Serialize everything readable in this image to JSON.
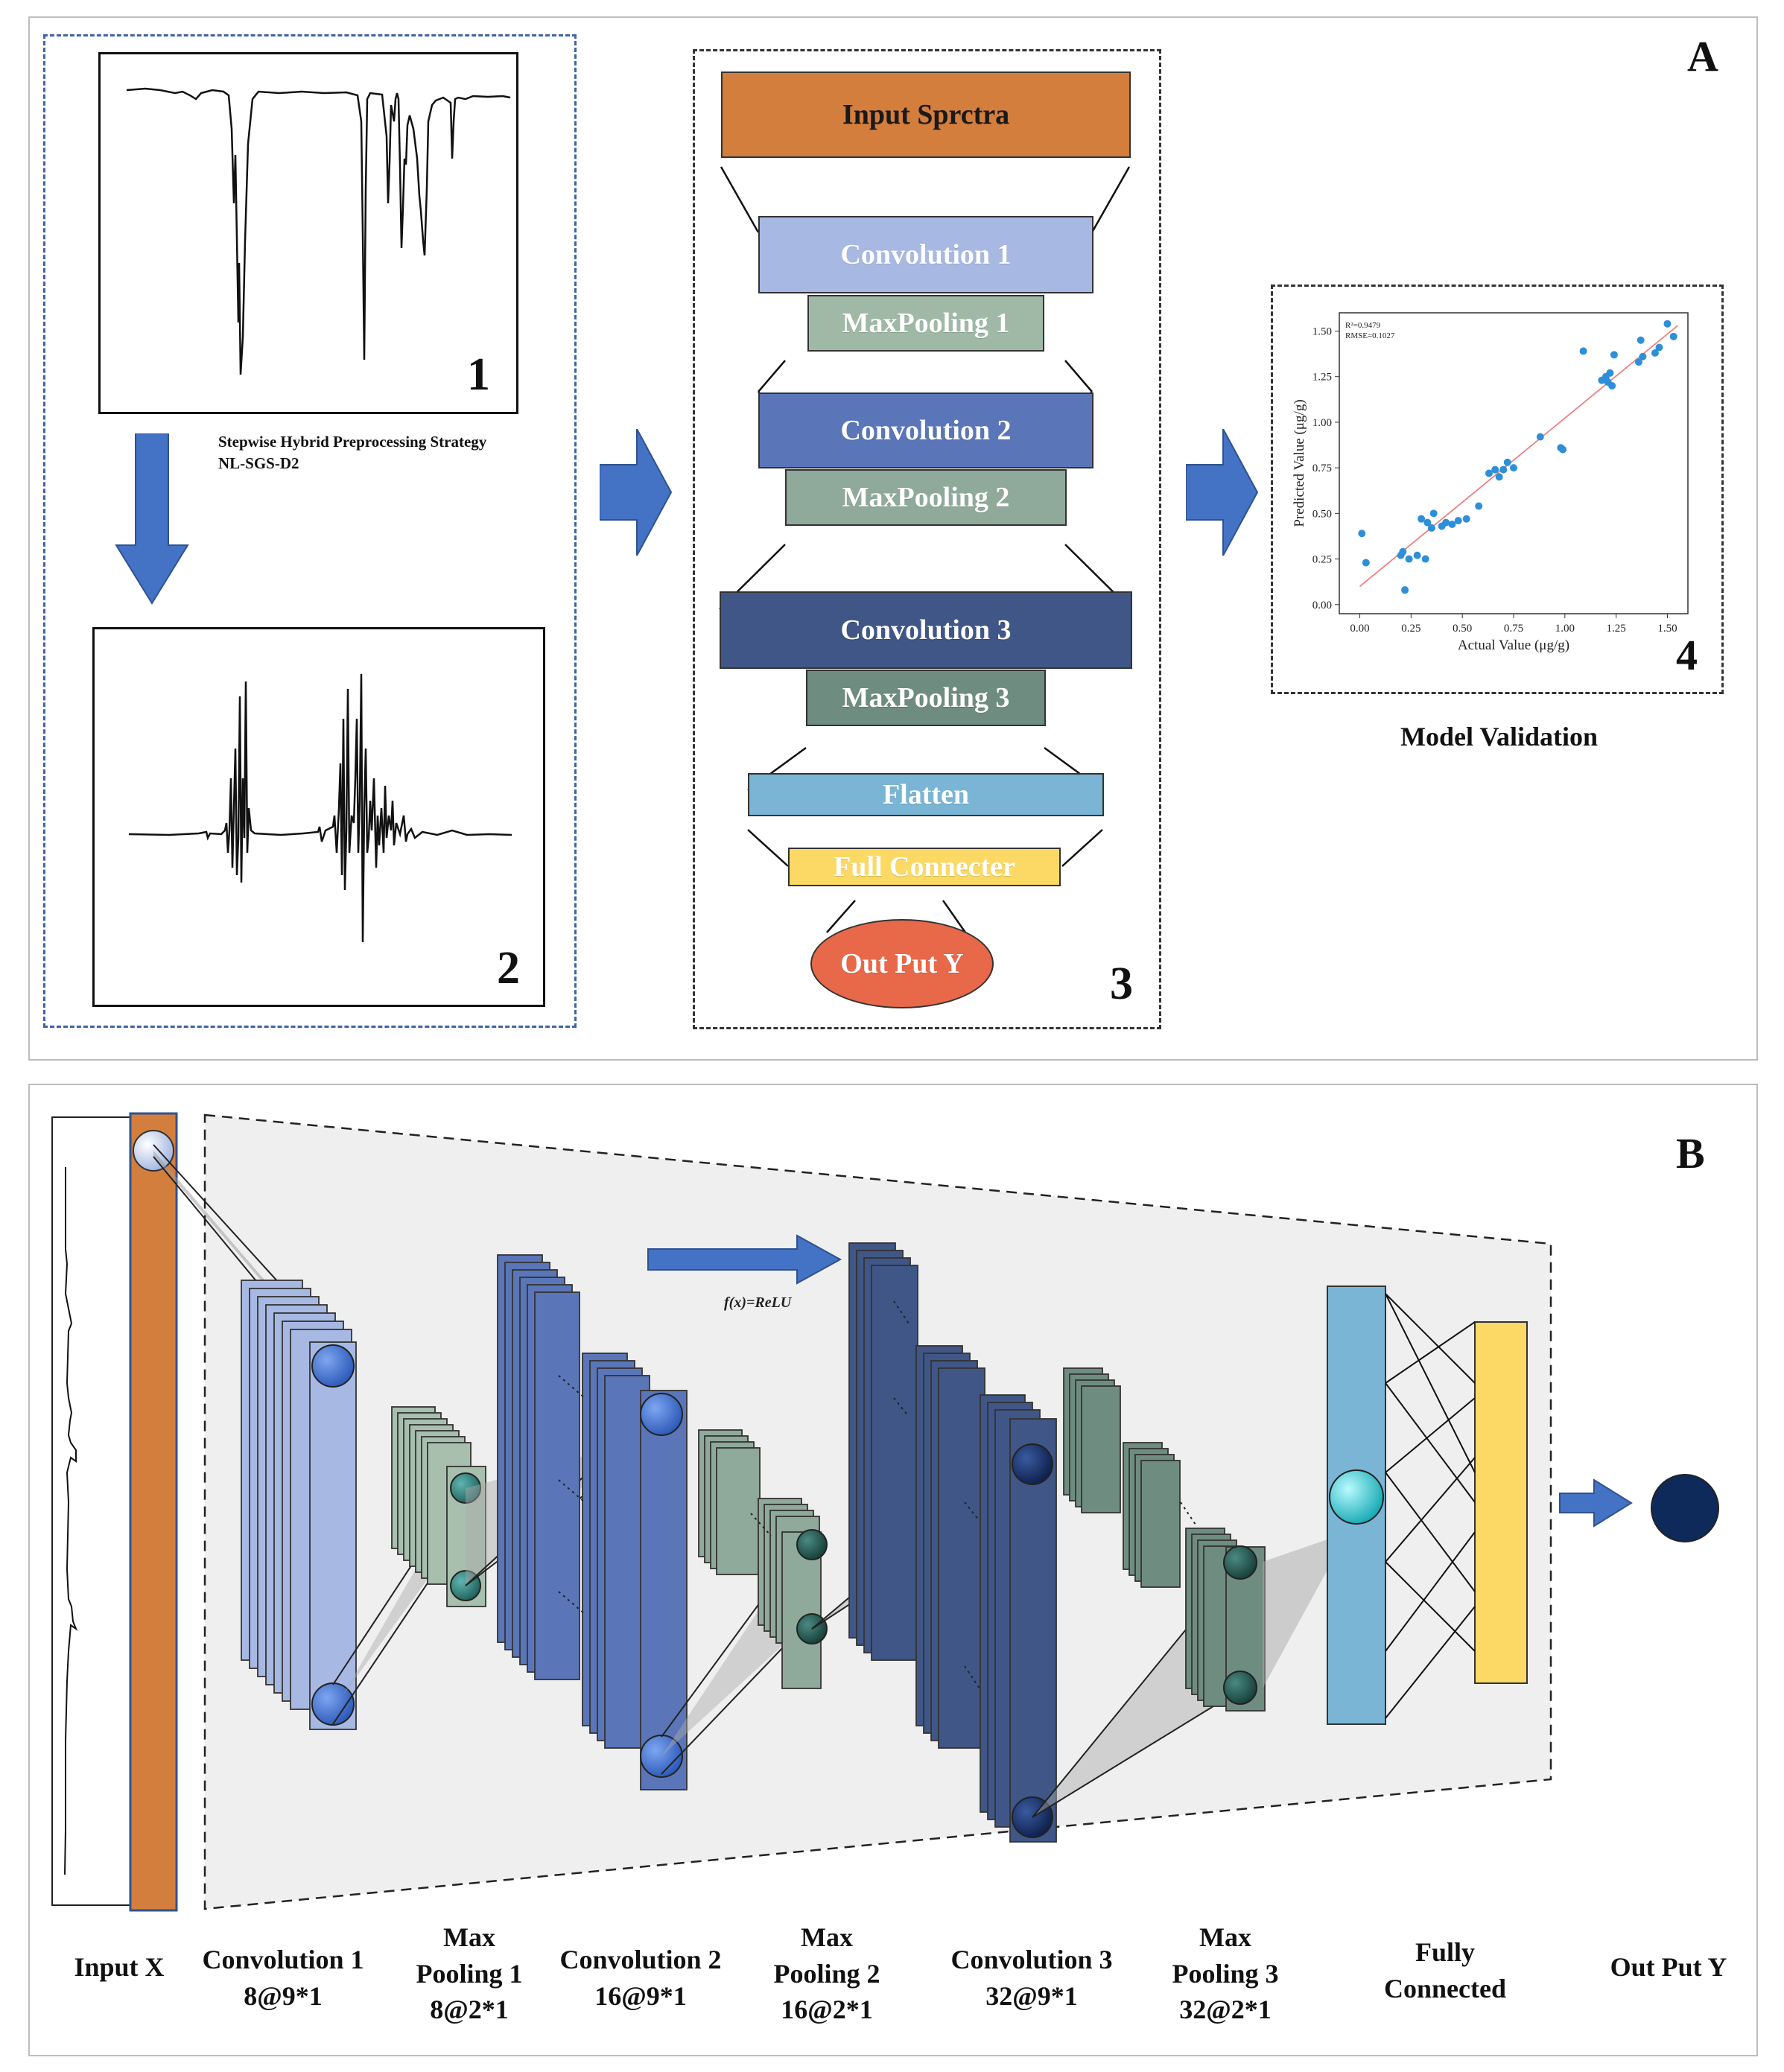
{
  "panel_a": {
    "letter": "A",
    "step1_number": "1",
    "step2_number": "2",
    "step3_number": "3",
    "step4_number": "4",
    "preprocess_line1": "Stepwise Hybrid Preprocessing Strategy",
    "preprocess_line2": "NL-SGS-D2",
    "layers": {
      "input": "Input Sprctra",
      "conv1": "Convolution 1",
      "pool1": "MaxPooling 1",
      "conv2": "Convolution 2",
      "pool2": "MaxPooling 2",
      "conv3": "Convolution 3",
      "pool3": "MaxPooling 3",
      "flatten": "Flatten",
      "full": "Full Connecter",
      "output": "Out Put Y"
    },
    "validation_title": "Model Validation"
  },
  "chart_data": {
    "type": "scatter",
    "title": "",
    "xlabel": "Actual Value (μg/g)",
    "ylabel": "Predicted Value (μg/g)",
    "xlim": [
      -0.1,
      1.6
    ],
    "ylim": [
      -0.05,
      1.6
    ],
    "x_ticks": [
      "0.00",
      "0.25",
      "0.50",
      "0.75",
      "1.00",
      "1.25",
      "1.50"
    ],
    "y_ticks": [
      "0.00",
      "0.25",
      "0.50",
      "0.75",
      "1.00",
      "1.25",
      "1.50"
    ],
    "annotation_line1": "R²=0.9479",
    "annotation_line2": "RMSE=0.1027",
    "marker_color": "#2e8fd9",
    "fit_line_color": "#f08080",
    "fit_line": [
      [
        0.0,
        0.1
      ],
      [
        1.55,
        1.53
      ]
    ],
    "points": [
      [
        0.01,
        0.39
      ],
      [
        0.03,
        0.23
      ],
      [
        0.2,
        0.27
      ],
      [
        0.21,
        0.29
      ],
      [
        0.22,
        0.08
      ],
      [
        0.24,
        0.25
      ],
      [
        0.28,
        0.27
      ],
      [
        0.3,
        0.47
      ],
      [
        0.32,
        0.25
      ],
      [
        0.33,
        0.45
      ],
      [
        0.35,
        0.42
      ],
      [
        0.36,
        0.5
      ],
      [
        0.4,
        0.43
      ],
      [
        0.42,
        0.45
      ],
      [
        0.45,
        0.44
      ],
      [
        0.48,
        0.46
      ],
      [
        0.52,
        0.47
      ],
      [
        0.58,
        0.54
      ],
      [
        0.63,
        0.72
      ],
      [
        0.66,
        0.74
      ],
      [
        0.68,
        0.7
      ],
      [
        0.7,
        0.74
      ],
      [
        0.72,
        0.78
      ],
      [
        0.75,
        0.75
      ],
      [
        0.88,
        0.92
      ],
      [
        0.98,
        0.86
      ],
      [
        0.99,
        0.85
      ],
      [
        1.09,
        1.39
      ],
      [
        1.18,
        1.23
      ],
      [
        1.2,
        1.25
      ],
      [
        1.21,
        1.22
      ],
      [
        1.22,
        1.27
      ],
      [
        1.23,
        1.2
      ],
      [
        1.24,
        1.37
      ],
      [
        1.36,
        1.33
      ],
      [
        1.37,
        1.45
      ],
      [
        1.38,
        1.36
      ],
      [
        1.44,
        1.38
      ],
      [
        1.46,
        1.41
      ],
      [
        1.5,
        1.54
      ],
      [
        1.53,
        1.47
      ]
    ]
  },
  "panel_b": {
    "letter": "B",
    "relu_label": "f(x)=ReLU",
    "labels": {
      "input": "Input X",
      "conv1_name": "Convolution 1",
      "conv1_dim": "8@9*1",
      "pool1_name_1": "Max",
      "pool1_name_2": "Pooling 1",
      "pool1_dim": "8@2*1",
      "conv2_name": "Convolution 2",
      "conv2_dim": "16@9*1",
      "pool2_name_1": "Max",
      "pool2_name_2": "Pooling 2",
      "pool2_dim": "16@2*1",
      "conv3_name": "Convolution 3",
      "conv3_dim": "32@9*1",
      "pool3_name_1": "Max",
      "pool3_name_2": "Pooling 3",
      "pool3_dim": "32@2*1",
      "fully_1": "Fully",
      "fully_2": "Connected",
      "output": "Out Put Y"
    },
    "colors": {
      "input_bar": "#d47e3d",
      "conv1": "#a7b9e3",
      "pool1": "#a8bfae",
      "conv2": "#5a76b8",
      "pool2": "#8fa99b",
      "conv3": "#3f5686",
      "pool3": "#6f8c80",
      "flatten": "#7ab5d6",
      "dense": "#fbd964",
      "output_node": "#0d2a5a"
    }
  }
}
